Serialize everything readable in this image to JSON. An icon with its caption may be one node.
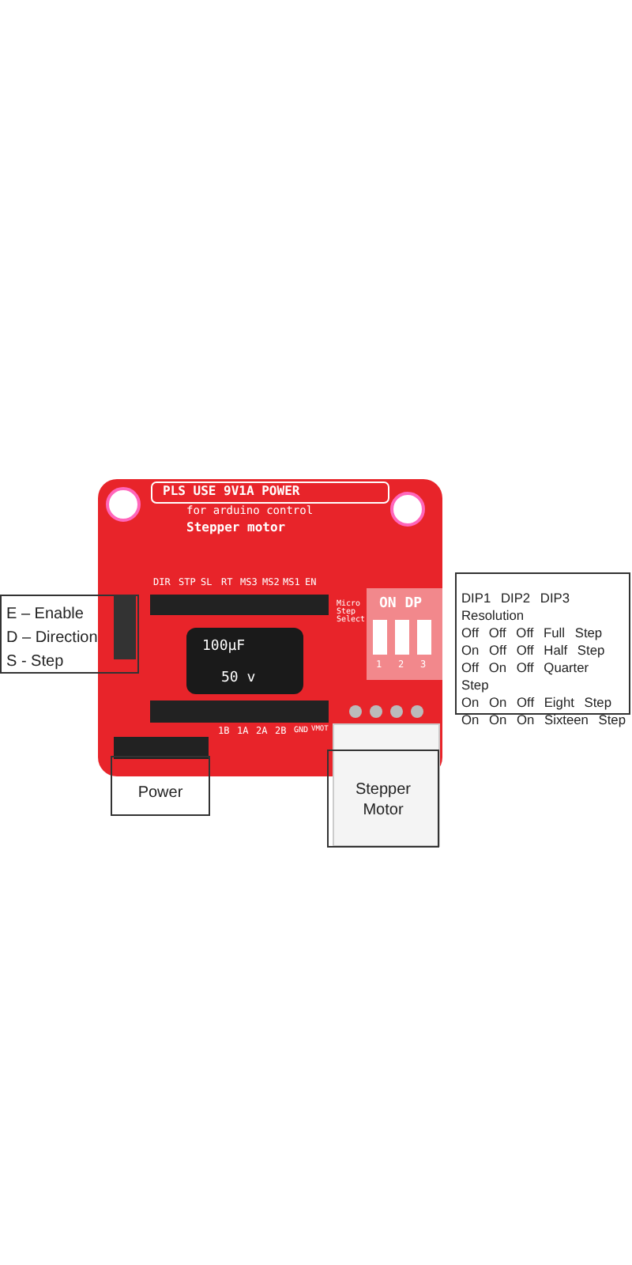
{
  "diagram": {
    "nodes": [
      {
        "text": [
          "E – Enable",
          "D – Direction",
          "S - Step"
        ]
      },
      {
        "text": [
          "DIP1 DIP2 DIP3 Resolution",
          "Off Off Off Full Step",
          "On Off Off Half Step",
          "Off On Off Quarter Step",
          "On On Off Eight Step",
          "On On On Sixteen Step"
        ]
      },
      {
        "text": [
          "Power"
        ]
      },
      {
        "text": [
          "Stepper Motor"
        ]
      }
    ],
    "edges": [],
    "labels": [
      "PLS USE 9V1A POWER",
      "for arduino control",
      "Stepper motor",
      "DIR",
      "STP",
      "SL",
      "RT",
      "MS3",
      "MS2",
      "MS1",
      "EN",
      "100µF",
      "50 v",
      "ON DP",
      "1",
      "2",
      "3",
      "Micro Step Select",
      "1B",
      "1A",
      "2A",
      "2B",
      "GND",
      "VMOT"
    ]
  }
}
